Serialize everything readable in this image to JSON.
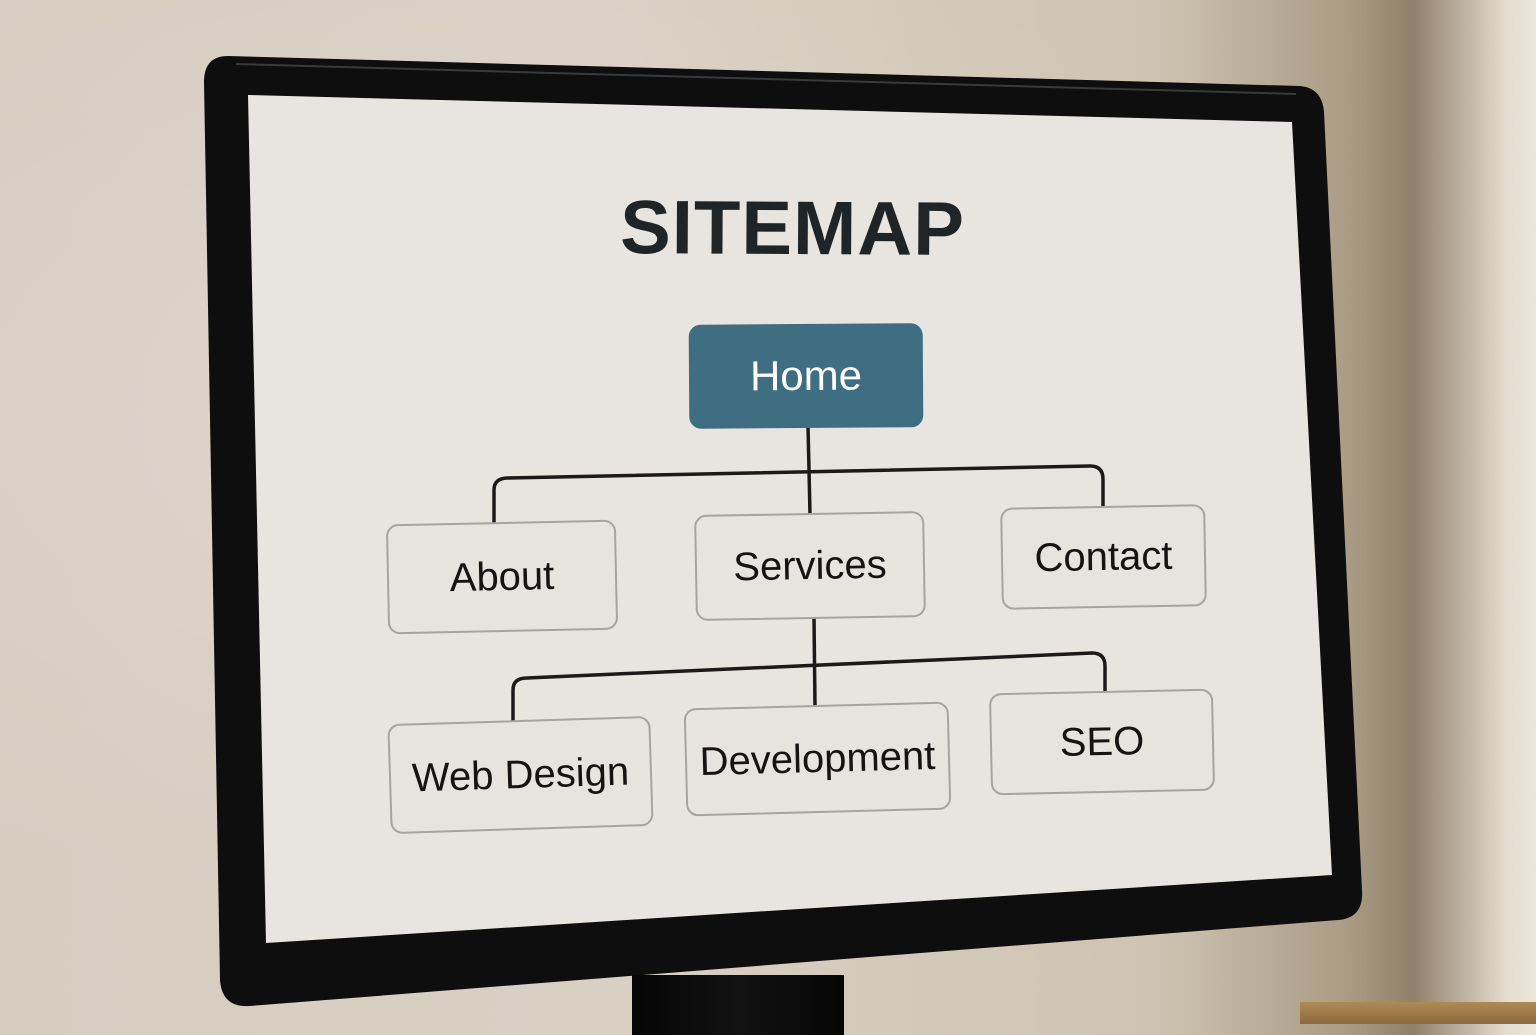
{
  "page": {
    "title": "SITEMAP"
  },
  "sitemap": {
    "root": {
      "label": "Home"
    },
    "level1": [
      {
        "label": "About"
      },
      {
        "label": "Services"
      },
      {
        "label": "Contact"
      }
    ],
    "level2": [
      {
        "label": "Web Design",
        "parent": "Services"
      },
      {
        "label": "Development",
        "parent": "Services"
      },
      {
        "label": "SEO",
        "parent": "Services"
      }
    ]
  },
  "colors": {
    "root_fill": "#3f6d82",
    "node_border": "#a7a49e",
    "screen_bg": "#e8e5e0",
    "connector": "#1a1a1a",
    "bezel": "#0e0e0e"
  }
}
